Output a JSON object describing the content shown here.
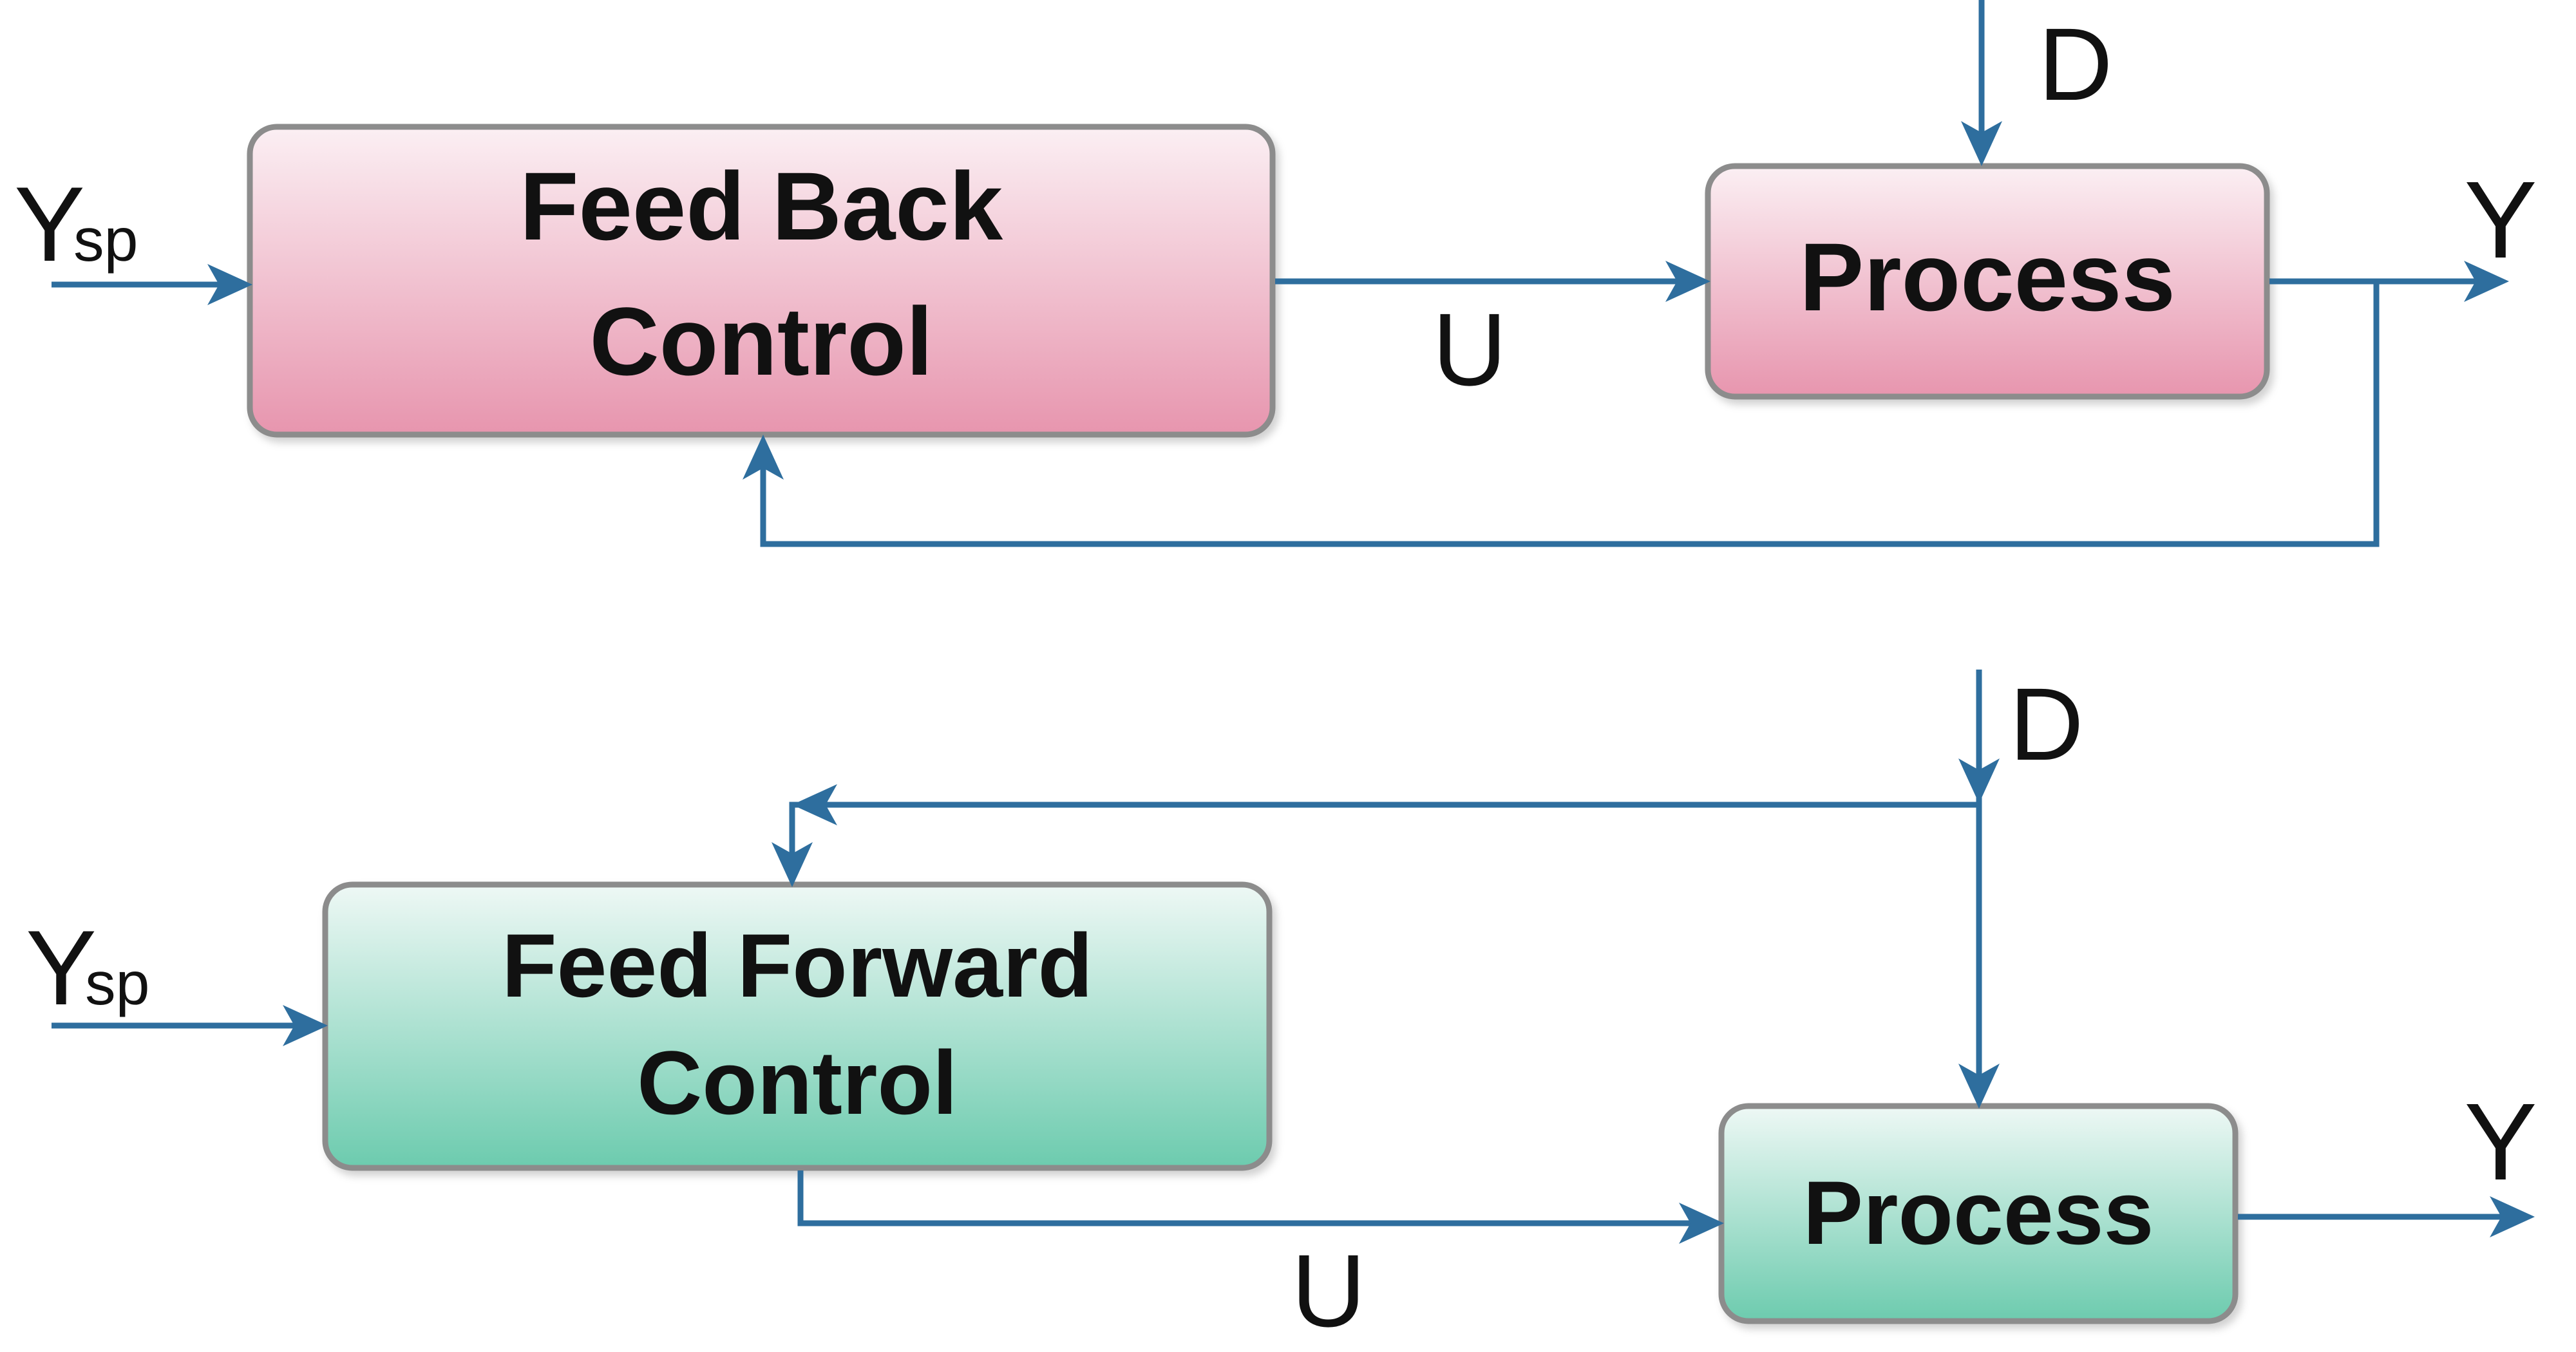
{
  "colors": {
    "arrow": "#2E6E9E",
    "box_border": "#8C8C8C",
    "feedback_box_top": "#FBEFF3",
    "feedback_box_bottom": "#E795AE",
    "feedforward_box_top": "#EEF8F5",
    "feedforward_box_bottom": "#6CCBAE",
    "text": "#111111"
  },
  "feedback_diagram": {
    "controller": {
      "line1": "Feed Back",
      "line2": "Control"
    },
    "process": {
      "label": "Process"
    },
    "setpoint": {
      "main": "Y",
      "sub": "sp"
    },
    "manipulated": "U",
    "disturbance": "D",
    "output": "Y"
  },
  "feedforward_diagram": {
    "controller": {
      "line1": "Feed Forward",
      "line2": "Control"
    },
    "process": {
      "label": "Process"
    },
    "setpoint": {
      "main": "Y",
      "sub": "sp"
    },
    "manipulated": "U",
    "disturbance": "D",
    "output": "Y"
  }
}
